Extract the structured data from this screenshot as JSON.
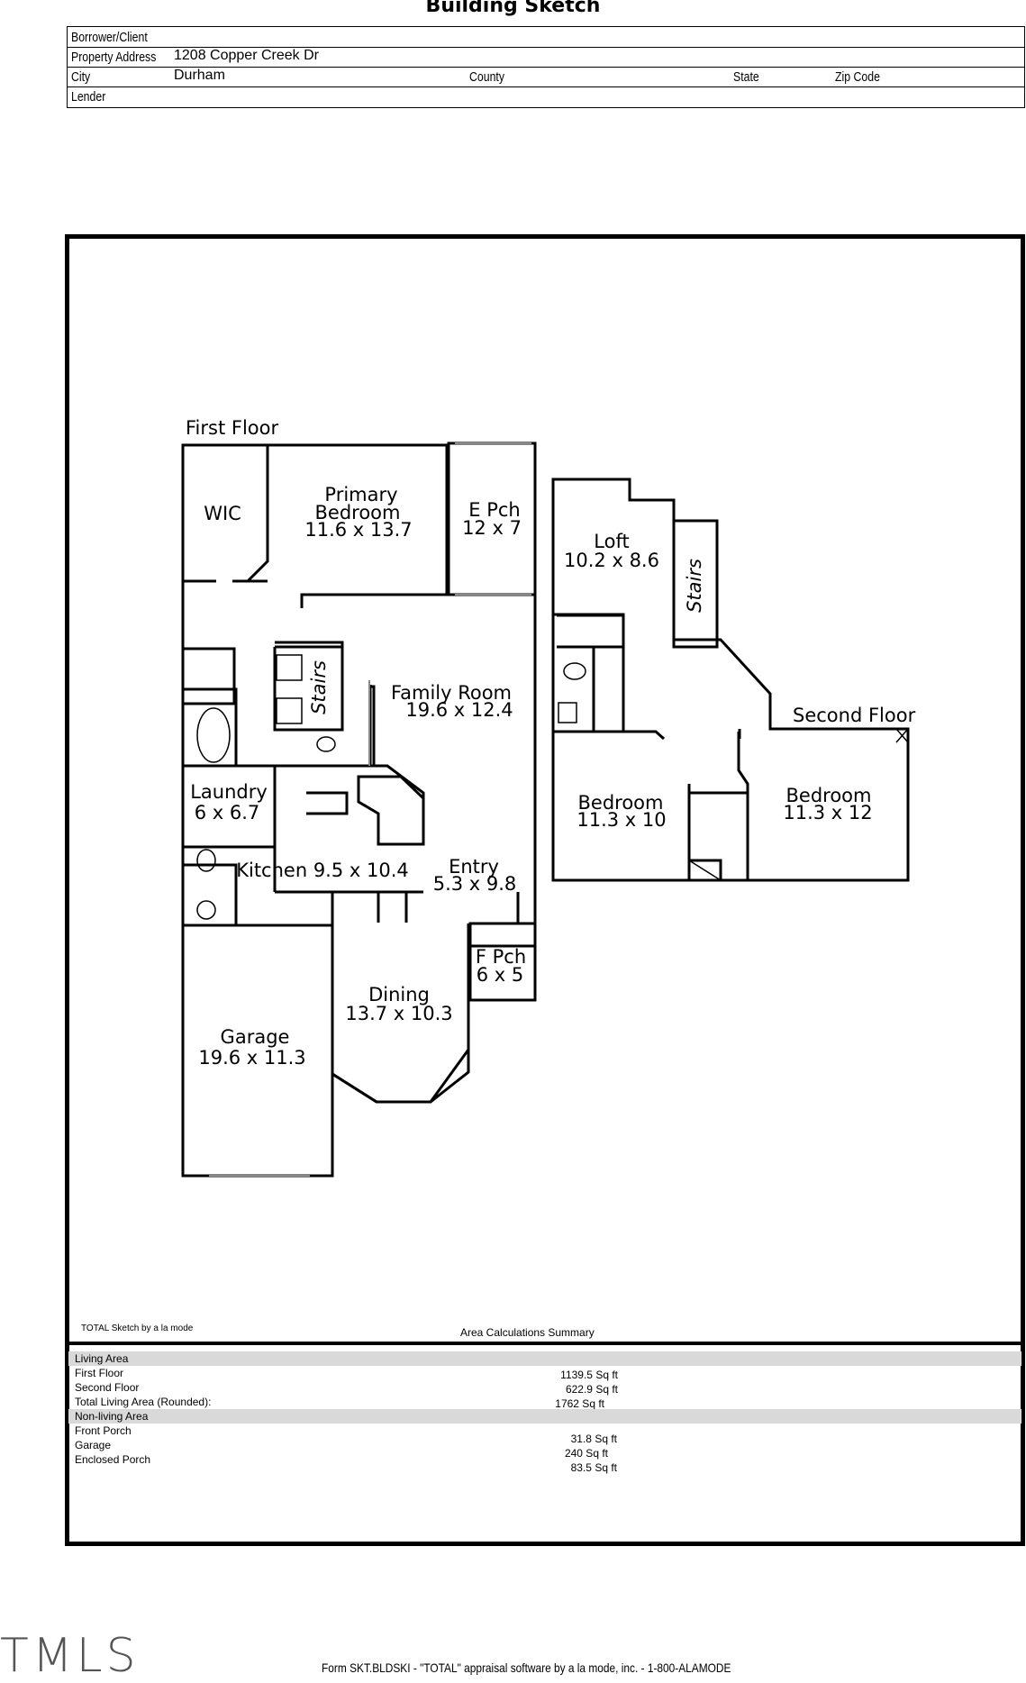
{
  "title": "Building Sketch",
  "header": {
    "borrower_label": "Borrower/Client",
    "borrower_value": "",
    "address_label": "Property Address",
    "address_value": "1208 Copper Creek Dr",
    "city_label": "City",
    "city_value": "Durham",
    "county_label": "County",
    "state_label": "State",
    "zip_label": "Zip Code",
    "lender_label": "Lender"
  },
  "plan": {
    "first_floor_label": "First Floor",
    "second_floor_label": "Second Floor",
    "rooms": {
      "wic": "WIC",
      "primary_name_1": "Primary",
      "primary_name_2": "Bedroom",
      "primary_dim": "11.6 x 13.7",
      "epch_name": "E Pch",
      "epch_dim": "12 x 7",
      "family_name": "Family Room",
      "family_dim": "19.6 x 12.4",
      "stairs_1": "Stairs",
      "laundry_name": "Laundry",
      "laundry_dim": "6 x 6.7",
      "kitchen": "Kitchen 9.5 x 10.4",
      "entry_name": "Entry",
      "entry_dim": "5.3 x 9.8",
      "fpch_name": "F Pch",
      "fpch_dim": "6 x 5",
      "dining_name": "Dining",
      "dining_dim": "13.7 x 10.3",
      "garage_name": "Garage",
      "garage_dim": "19.6 x 11.3",
      "loft_name": "Loft",
      "loft_dim": "10.2 x 8.6",
      "stairs_2": "Stairs",
      "bed2_name": "Bedroom",
      "bed2_dim": "11.3 x 10",
      "bed3_name": "Bedroom",
      "bed3_dim": "11.3 x 12"
    }
  },
  "sketch_note": "TOTAL Sketch by a la mode",
  "calc": {
    "title": "Area Calculations Summary",
    "rows": [
      {
        "label": "Living Area",
        "value": "",
        "shade": true
      },
      {
        "label": "First Floor",
        "value": "1139.5 Sq ft"
      },
      {
        "label": "Second Floor",
        "value": "622.9 Sq ft"
      },
      {
        "label": "Total Living Area (Rounded):",
        "value": "1762 Sq ft"
      },
      {
        "label": "Non-living Area",
        "value": "",
        "shade": true
      },
      {
        "label": "Front Porch",
        "value": "31.8 Sq ft"
      },
      {
        "label": "Garage",
        "value": "240 Sq ft"
      },
      {
        "label": "Enclosed Porch",
        "value": "83.5 Sq ft"
      }
    ]
  },
  "watermark": "TMLS",
  "footer": "Form SKT.BLDSKI - \"TOTAL\" appraisal software by a la mode, inc. - 1-800-ALAMODE"
}
